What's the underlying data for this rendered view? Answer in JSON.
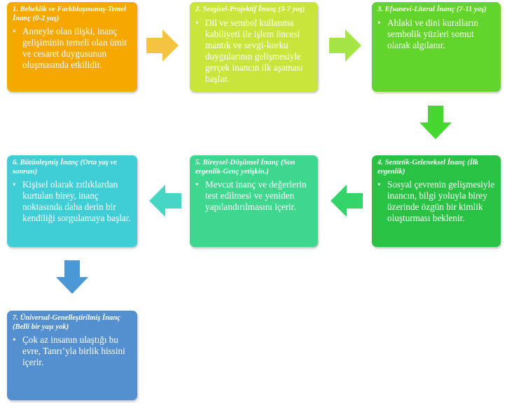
{
  "stages": [
    {
      "title": "1. Bebeklik ve Farklılaşmamış-Temel İnanç (0-2 yaş)",
      "text": "Anneyle olan ilişki, inanç gelişiminin temeli olan ümit ve cesaret duygusunun oluşmasında etkilidir.",
      "color": "#f5a800"
    },
    {
      "title": "2. Sezgisel-Projektif İnanç (3-7 yaş)",
      "text": "Dil ve sembol kullanma kabiliyeti ile işlem öncesi mantık ve sevgi-korku duygularının gelişmesiyle gerçek inancın ilk aşaması başlar.",
      "color": "#c9e43a"
    },
    {
      "title": "3. Efsanevi-Literal İnanç (7-11 yaş)",
      "text": "Ahlaki ve dini kuralların sembolik yüzleri somut olarak algılanır.",
      "color": "#63d42c"
    },
    {
      "title": "4. Sentetik-Geleneksel İnanç (İlk ergenlik)",
      "text": "Sosyal çevrenin gelişmesiyle inancın, bilgi yoluyla birey üzerinde özgün bir kimlik oluşturması beklenir.",
      "color": "#29c245"
    },
    {
      "title": "5. Bireysel-Düşünsel İnanç (Son ergenlik-Genç yetişkin.)",
      "text": "Mevcut inanç ve değerlerin test edilmesi ve yeniden yapılandırılmasını içerir.",
      "color": "#3fd68e"
    },
    {
      "title": "6. Bütünleşmiş İnanç (Orta yaş ve sonrası)",
      "text": "Kişisel olarak zıtlıklardan kurtulan birey, inanç noktasında daha derin bir kendiliği sorgulamaya başlar.",
      "color": "#41cdd6"
    },
    {
      "title": "7. Üniversal-Genelleştirilmiş İnanç (Belli bir yaşı yok)",
      "text": "Çok az insanın ulaştığı bu evre, Tanrı’yla birlik hissini içerir.",
      "color": "#5490d0"
    }
  ],
  "bullet": "•",
  "arrow_colors": {
    "a1_2": "#f4c340",
    "a2_3": "#a4e645",
    "a3_4": "#45d92f",
    "a4_5": "#34d469",
    "a5_6": "#48d6c4",
    "a6_7": "#4c98d4"
  }
}
